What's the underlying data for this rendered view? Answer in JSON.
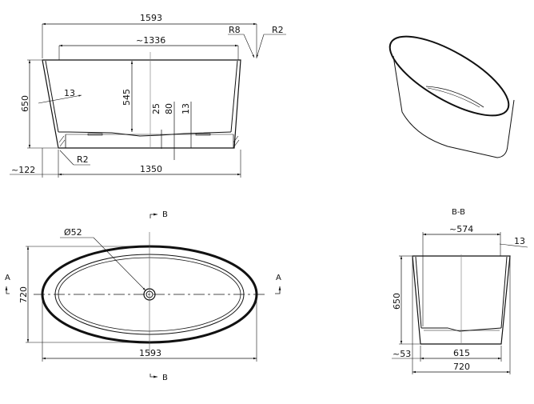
{
  "drawing": {
    "subject": "freestanding oval bathtub",
    "views": {
      "front_section": {
        "name": "A-A front section",
        "dimensions": {
          "overall_length": "1593",
          "inner_top_length": "~1336",
          "fillet_top_inner": "R8",
          "fillet_top_outer": "R2",
          "overall_height": "650",
          "wall_thickness": "13",
          "inner_depth": "545",
          "drain_offset": "25",
          "base_height": "80",
          "floor_thickness": "13",
          "fillet_bottom": "R2",
          "base_offset": "~122",
          "base_length": "1350"
        }
      },
      "isometric": {
        "name": "isometric view"
      },
      "top_view": {
        "name": "top view",
        "section_marker_b_top": "B",
        "section_marker_b_bottom": "B",
        "section_marker_a_left": "A",
        "section_marker_a_right": "A",
        "dimensions": {
          "drain_diameter": "Ø52",
          "overall_width": "720",
          "overall_length": "1593"
        }
      },
      "side_section": {
        "title": "B-B",
        "dimensions": {
          "inner_top_width": "~574",
          "wall_thickness": "13",
          "overall_height": "650",
          "base_offset": "~53",
          "base_width": "615",
          "overall_width": "720"
        }
      }
    }
  }
}
